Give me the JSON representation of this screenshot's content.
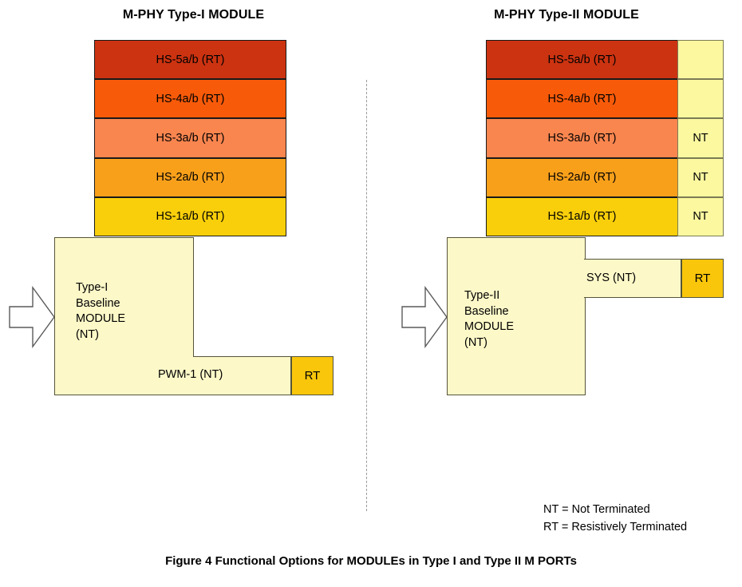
{
  "figure": {
    "caption": "Figure 4 Functional Options for MODULEs in Type I and Type II M PORTs"
  },
  "left_module": {
    "title": "M-PHY Type-I MODULE",
    "hs_rows": [
      {
        "label": "HS-5a/b (RT)",
        "color": "#cc3311"
      },
      {
        "label": "HS-4a/b (RT)",
        "color": "#f75a09"
      },
      {
        "label": "HS-3a/b (RT)",
        "color": "#f9854f"
      },
      {
        "label": "HS-2a/b (RT)",
        "color": "#f9a01b"
      },
      {
        "label": "HS-1a/b (RT)",
        "color": "#f9cf0b"
      }
    ],
    "baseline_label": "Type-I\nBaseline\nMODULE\n(NT)",
    "arm_label": "PWM-1 (NT)",
    "rt_label": "RT"
  },
  "right_module": {
    "title": "M-PHY Type-II MODULE",
    "hs_rows": [
      {
        "label": "HS-5a/b (RT)",
        "color": "#cc3311",
        "nt": ""
      },
      {
        "label": "HS-4a/b (RT)",
        "color": "#f75a09",
        "nt": ""
      },
      {
        "label": "HS-3a/b (RT)",
        "color": "#f9854f",
        "nt": "NT"
      },
      {
        "label": "HS-2a/b (RT)",
        "color": "#f9a01b",
        "nt": "NT"
      },
      {
        "label": "HS-1a/b (RT)",
        "color": "#f9cf0b",
        "nt": "NT"
      }
    ],
    "baseline_label": "Type-II\nBaseline\nMODULE\n(NT)",
    "arm_label": "SYS (NT)",
    "rt_label": "RT"
  },
  "legend": {
    "text": "NT = Not Terminated\nRT = Resistively Terminated"
  }
}
